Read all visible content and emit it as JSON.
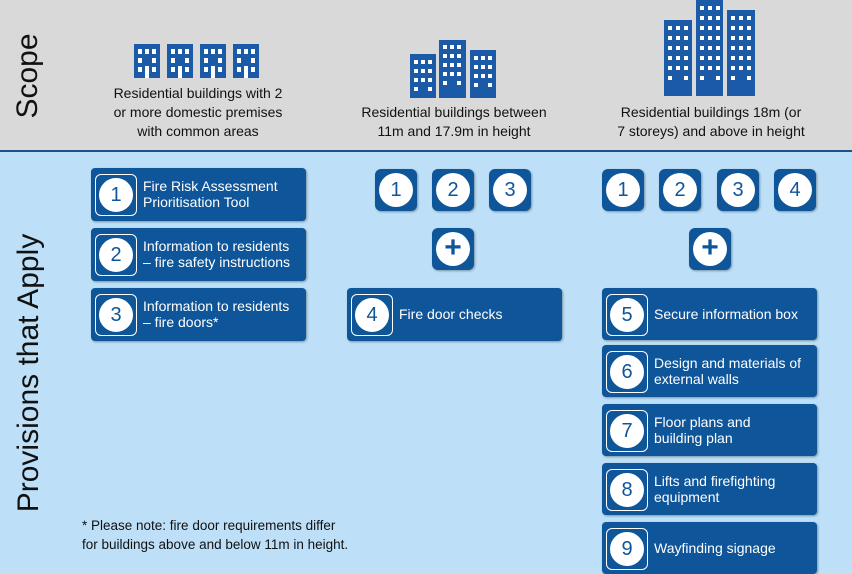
{
  "colors": {
    "scope_bg": "#d9d9d9",
    "provisions_bg": "#bde0f8",
    "box": "#0e5599",
    "building": "#1a5aa6"
  },
  "side_labels": {
    "scope": "Scope",
    "provisions": "Provisions that Apply"
  },
  "scope": {
    "col1": {
      "line1": "Residential buildings with 2",
      "line2": "or more domestic premises",
      "line3": "with common areas",
      "icon": "four-low-buildings-icon"
    },
    "col2": {
      "line1": "Residential buildings  between",
      "line2": "11m and 17.9m in height",
      "icon": "three-medium-buildings-icon"
    },
    "col3": {
      "line1": "Residential buildings 18m (or",
      "line2": "7 storeys) and above in height",
      "icon": "three-tall-buildings-icon"
    }
  },
  "col1_items": [
    {
      "num": "1",
      "line1": "Fire Risk Assessment",
      "line2": "Prioritisation Tool"
    },
    {
      "num": "2",
      "line1": "Information to residents",
      "line2": "– fire safety instructions"
    },
    {
      "num": "3",
      "line1": "Information to residents",
      "line2": "– fire doors*"
    }
  ],
  "col2_chips": [
    "1",
    "2",
    "3"
  ],
  "col2_plus": "+",
  "col2_items": [
    {
      "num": "4",
      "line1": "Fire door checks"
    }
  ],
  "col3_chips": [
    "1",
    "2",
    "3",
    "4"
  ],
  "col3_plus": "+",
  "col3_items": [
    {
      "num": "5",
      "line1": "Secure information box",
      "line2": ""
    },
    {
      "num": "6",
      "line1": "Design and materials of",
      "line2": "external walls"
    },
    {
      "num": "7",
      "line1": "Floor plans and",
      "line2": "building plan"
    },
    {
      "num": "8",
      "line1": "Lifts and firefighting",
      "line2": "equipment"
    },
    {
      "num": "9",
      "line1": "Wayfinding signage",
      "line2": ""
    }
  ],
  "note": {
    "line1": "* Please note: fire door requirements differ",
    "line2": "for buildings  above and below 11m in height."
  }
}
